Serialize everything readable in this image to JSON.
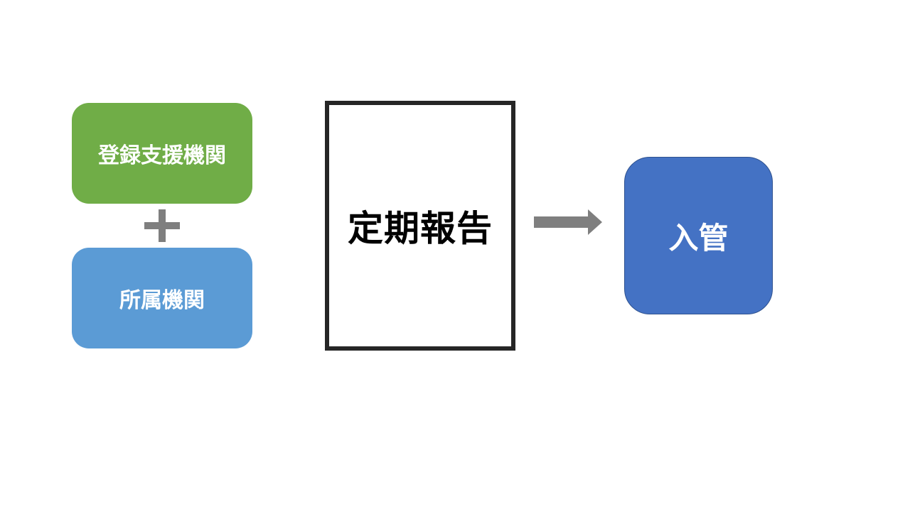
{
  "diagram": {
    "support_org": {
      "label": "登録支援機関",
      "color": "#70ad47"
    },
    "plus_sign": {
      "icon": "plus-icon",
      "color": "#7f7f7f"
    },
    "affiliated_org": {
      "label": "所属機関",
      "color": "#5b9bd5"
    },
    "report": {
      "label": "定期報告",
      "border_color": "#262626"
    },
    "arrow": {
      "icon": "right-arrow-icon",
      "color": "#7f7f7f"
    },
    "immigration": {
      "label": "入管",
      "color": "#4472c4"
    }
  }
}
